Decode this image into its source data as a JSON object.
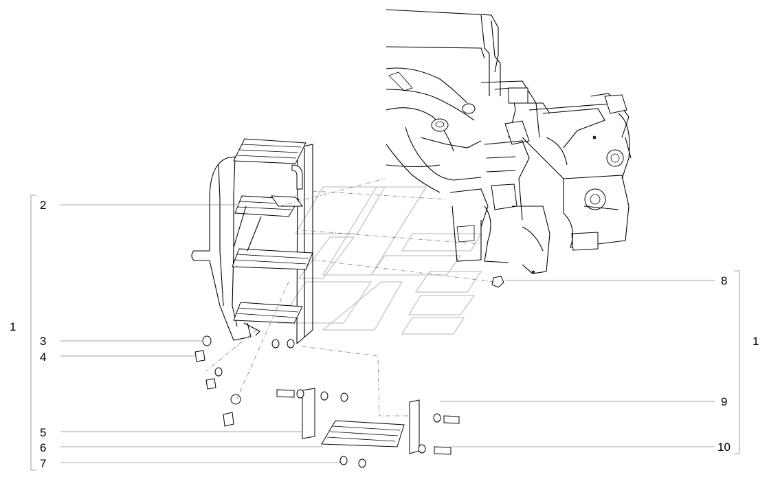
{
  "callouts": {
    "c1_left": "1",
    "c2": "2",
    "c3": "3",
    "c4": "4",
    "c5": "5",
    "c6": "6",
    "c7": "7",
    "c8": "8",
    "c9": "9",
    "c10": "10",
    "c1_right": "1"
  }
}
